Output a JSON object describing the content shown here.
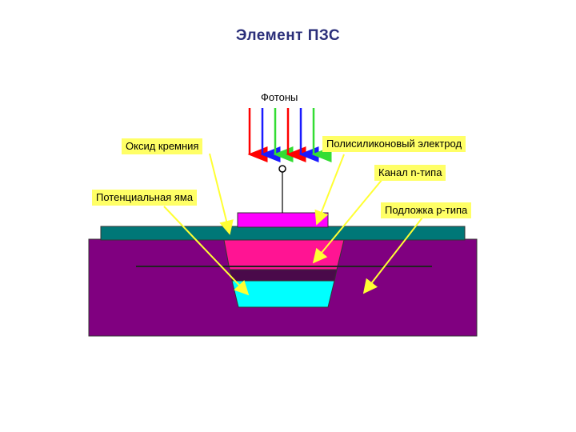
{
  "title": "Элемент ПЗС",
  "photons_label": "Фотоны",
  "labels": {
    "oxide": "Оксид кремния",
    "electrode": "Полисиликоновый электрод",
    "n_channel": "Канал n-типа",
    "potential_well": "Потенциальная яма",
    "p_substrate": "Подложка p-типа"
  },
  "colors": {
    "substrate": "#800080",
    "oxide": "#007777",
    "electrode": "#ff00ff",
    "n_channel": "#ff1493",
    "potential_well": "#00ffff",
    "callout_fill": "#ffff66",
    "callout_arrow": "#ffff33"
  },
  "photon_rays": [
    "red",
    "blue",
    "green",
    "red",
    "blue",
    "green"
  ]
}
